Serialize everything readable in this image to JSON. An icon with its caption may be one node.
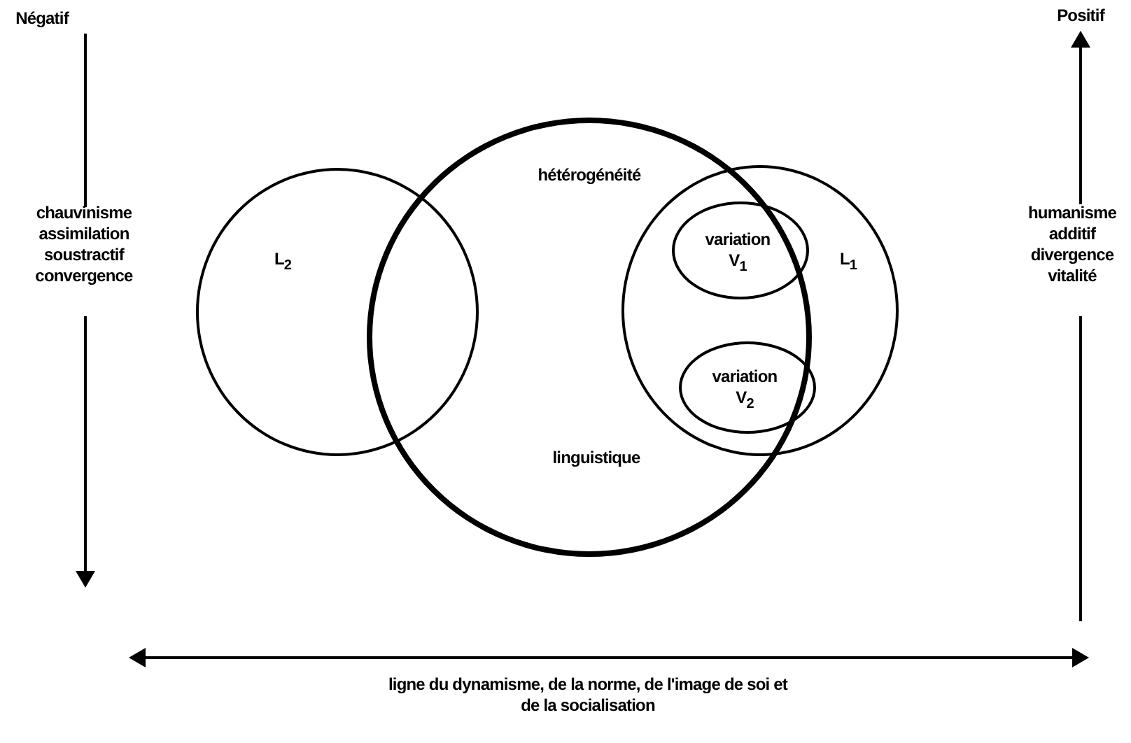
{
  "diagram": {
    "nodes": [
      {
        "text": [
          "hétérogénéité",
          "linguistique"
        ]
      },
      {
        "text": [
          "L$_{2}$"
        ]
      },
      {
        "text": [
          "L$_{1}$"
        ]
      },
      {
        "text": [
          "variation V$_{1}$"
        ]
      },
      {
        "text": [
          "variation V$_{2}$"
        ]
      }
    ],
    "edges": [],
    "labels": [
      "Négatif",
      "Positif",
      "chauvinisme assimilation soustractif convergence",
      "humanisme additif divergence vitalité",
      "ligne du dynamisme, de la norme, de l'image de soi et de la socialisation"
    ]
  }
}
